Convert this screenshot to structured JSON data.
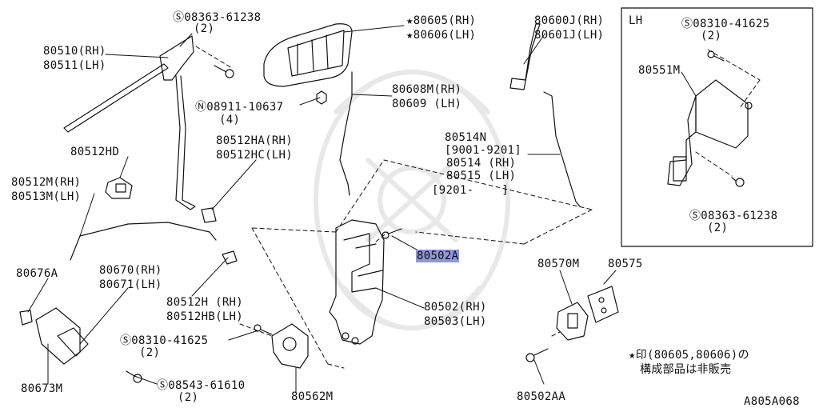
{
  "labels": {
    "l_08363_61238_top": "Ⓢ08363-61238",
    "l_08363_61238_top_q": "(2)",
    "l_80605": "★80605(RH)",
    "l_80606": "★80606(LH)",
    "l_80600J": "80600J(RH)",
    "l_80601J": "80601J(LH)",
    "l_80510": "80510(RH)",
    "l_80511": "80511(LH)",
    "l_08911_10637": "Ⓝ08911-10637",
    "l_08911_10637_q": "(4)",
    "l_80608M": "80608M(RH)",
    "l_80609": "80609 (LH)",
    "l_80512HD": "80512HD",
    "l_80512HA": "80512HA(RH)",
    "l_80512HC": "80512HC(LH)",
    "l_80514N": "80514N",
    "l_9001_9201": "[9001-9201]",
    "l_80514": "80514 (RH)",
    "l_80515": "80515 (LH)",
    "l_9201": "[9201-    ]",
    "l_80512M": "80512M(RH)",
    "l_80513M": "80513M(LH)",
    "l_80502A": "80502A",
    "l_80676A": "80676A",
    "l_80670": "80670(RH)",
    "l_80671": "80671(LH)",
    "l_80512H": "80512H (RH)",
    "l_80512HB": "80512HB(LH)",
    "l_80502": "80502(RH)",
    "l_80503": "80503(LH)",
    "l_08310_41625_main": "Ⓢ08310-41625",
    "l_08310_41625_main_q": "(2)",
    "l_80673M": "80673M",
    "l_08543_61610": "Ⓢ08543-61610",
    "l_08543_61610_q": "(2)",
    "l_80562M": "80562M",
    "l_80570M": "80570M",
    "l_80575": "80575",
    "l_80502AA": "80502AA",
    "l_lh": "LH",
    "l_08310_41625_inset": "Ⓢ08310-41625",
    "l_08310_41625_inset_q": "(2)",
    "l_80551M": "80551M",
    "l_08363_61238_inset": "Ⓢ08363-61238",
    "l_08363_61238_inset_q": "(2)",
    "l_note1": "★印(80605,80606)の",
    "l_note2": "構成部品は非販売",
    "l_code": "A805A068"
  }
}
